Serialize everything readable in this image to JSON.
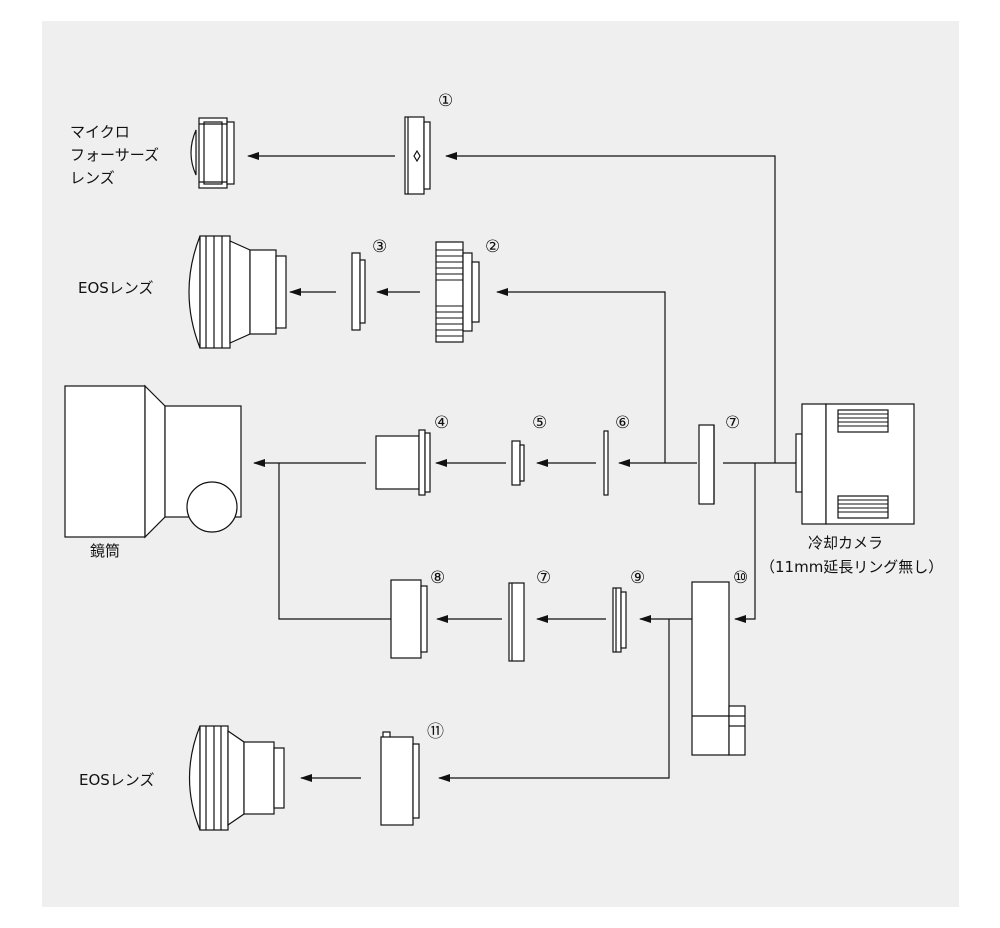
{
  "labels": {
    "micro_line1": "マイクロ",
    "micro_line2": "フォーサーズ",
    "micro_line3": "レンズ",
    "eos_top": "EOSレンズ",
    "eos_bottom": "EOSレンズ",
    "tube": "鏡筒",
    "camera_line1": "冷却カメラ",
    "camera_line2": "（11mm延長リング無し）"
  },
  "numbers": {
    "n1": "①",
    "n2": "②",
    "n3": "③",
    "n4": "④",
    "n5": "⑤",
    "n6": "⑥",
    "n7a": "⑦",
    "n7b": "⑦",
    "n8": "⑧",
    "n9": "⑨",
    "n10": "⑩",
    "n11": "⑪"
  },
  "colors": {
    "panel": "#efefef",
    "line": "#111111",
    "part_fill": "#ffffff"
  }
}
